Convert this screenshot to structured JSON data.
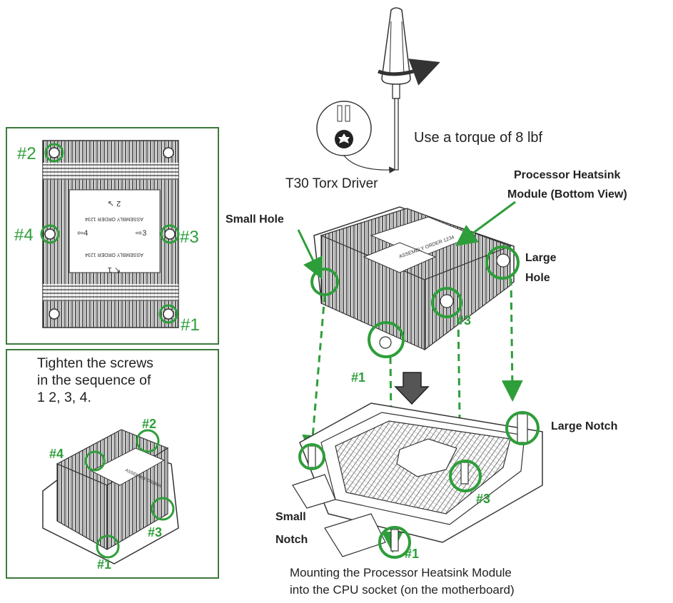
{
  "colors": {
    "accent_green": "#2e9e3a",
    "frame_green": "#3c7a3c",
    "line": "#333333"
  },
  "screwdriver": {
    "torque_text": "Use a torque of 8 lbf",
    "driver_label": "T30 Torx Driver"
  },
  "top_view": {
    "labels": [
      "#2",
      "#4",
      "#3",
      "#1"
    ]
  },
  "sequence_panel": {
    "instruction": "Tighten the screws in the sequence of 1 2, 3, 4.",
    "labels": [
      "#4",
      "#2",
      "#3",
      "#1"
    ]
  },
  "main_view": {
    "heatsink_label": "Processor Heatsink Module (Bottom View)",
    "heatsink_label_line1": "Processor Heatsink",
    "heatsink_label_line2": "Module (Bottom View)",
    "small_hole": "Small Hole",
    "large_hole_line1": "Large",
    "large_hole_line2": "Hole",
    "large_notch": "Large Notch",
    "small_notch_line1": "Small",
    "small_notch_line2": "Notch",
    "labels": [
      "#3",
      "#1",
      "#3",
      "#1"
    ],
    "caption_line1": "Mounting the Processor Heatsink Module",
    "caption_line2": "into the CPU socket (on the motherboard)"
  }
}
